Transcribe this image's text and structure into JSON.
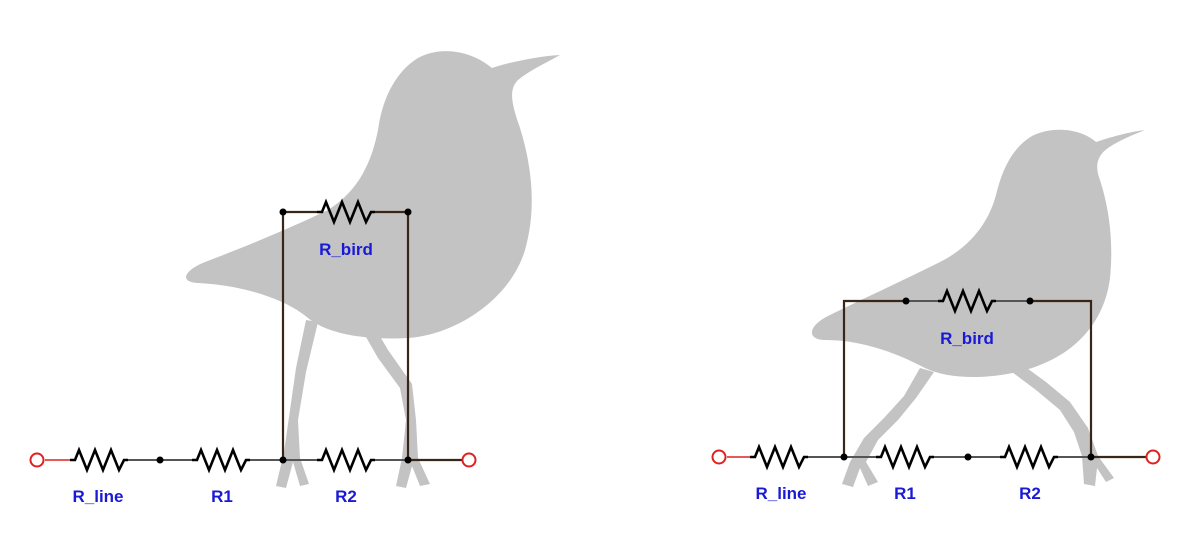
{
  "colors": {
    "bird": "#c3c3c3",
    "label": "#1a1ad6",
    "wire": "#3a2616",
    "terminal": "#e02020"
  },
  "circuits": [
    {
      "id": "left",
      "labels": {
        "r_line": "R_line",
        "r1": "R1",
        "r2": "R2",
        "r_bird": "R_bird"
      }
    },
    {
      "id": "right",
      "labels": {
        "r_line": "R_line",
        "r1": "R1",
        "r2": "R2",
        "r_bird": "R_bird"
      }
    }
  ]
}
